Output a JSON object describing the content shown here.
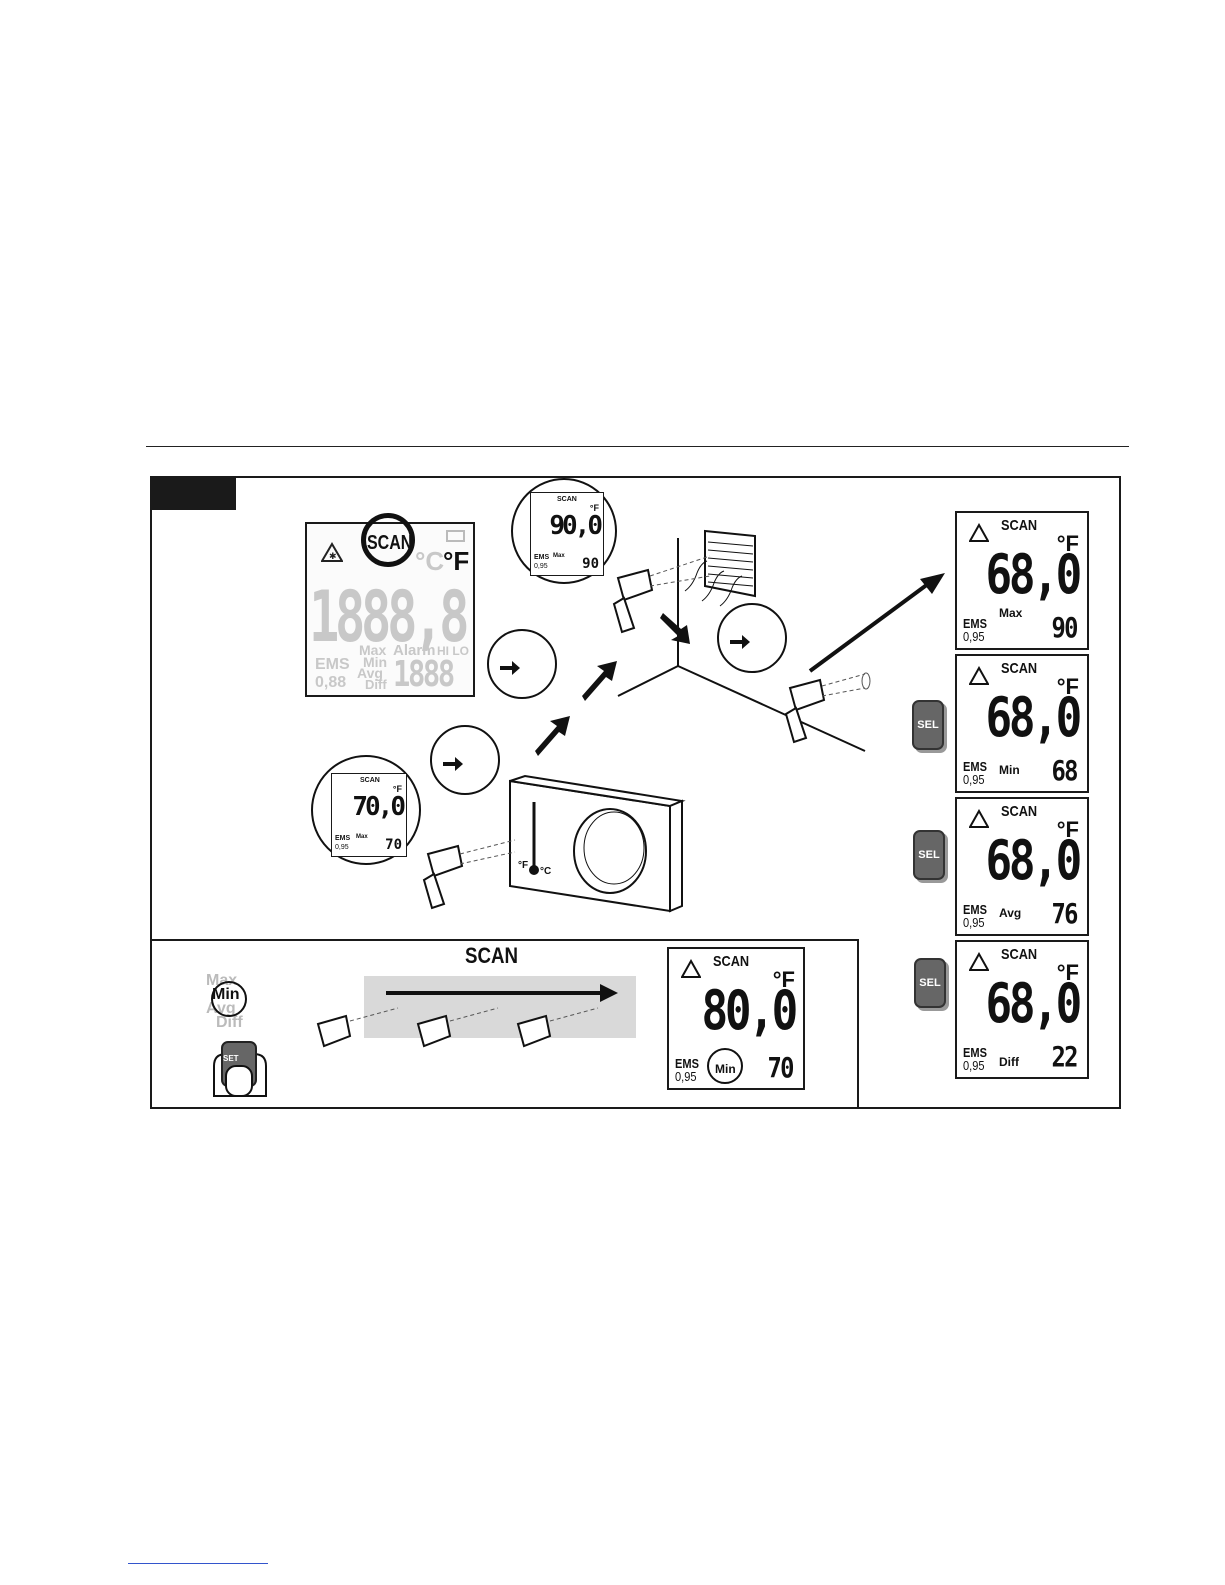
{
  "screens": {
    "ghost": {
      "scan": "SCAN",
      "unit_c": "°C",
      "unit_f": "°F",
      "digits": "1888,8",
      "max": "Max",
      "min": "Min",
      "avg": "Avg",
      "diff": "Diff",
      "alarm": "Alarm",
      "hilo": "HI LO",
      "ems": "EMS",
      "ems_val": "0,88",
      "small_digits": "1888"
    },
    "inset_top": {
      "scan": "SCAN",
      "unit": "°F",
      "value": "90,0",
      "ems": "EMS",
      "ems_val": "0,95",
      "mode": "Max",
      "small": "90"
    },
    "inset_left": {
      "scan": "SCAN",
      "unit": "°F",
      "value": "70,0",
      "ems": "EMS",
      "ems_val": "0,95",
      "mode": "Max",
      "small": "70"
    },
    "right": [
      {
        "scan": "SCAN",
        "unit": "°F",
        "value": "68,0",
        "ems": "EMS",
        "ems_val": "0,95",
        "mode": "Max",
        "small": "90"
      },
      {
        "scan": "SCAN",
        "unit": "°F",
        "value": "68,0",
        "ems": "EMS",
        "ems_val": "0,95",
        "mode": "Min",
        "small": "68"
      },
      {
        "scan": "SCAN",
        "unit": "°F",
        "value": "68,0",
        "ems": "EMS",
        "ems_val": "0,95",
        "mode": "Avg",
        "small": "76"
      },
      {
        "scan": "SCAN",
        "unit": "°F",
        "value": "68,0",
        "ems": "EMS",
        "ems_val": "0,95",
        "mode": "Diff",
        "small": "22"
      }
    ],
    "bottom": {
      "scan": "SCAN",
      "unit": "°F",
      "value": "80,0",
      "ems": "EMS",
      "ems_val": "0,95",
      "mode": "Min",
      "small": "70"
    }
  },
  "sel_label": "SEL",
  "set_label": "SET",
  "scan_heading": "SCAN",
  "mode_list": {
    "max": "Max",
    "min": "Min",
    "avg": "Avg",
    "diff": "Diff"
  },
  "thermostat_units": {
    "f": "°F",
    "c": "°C"
  }
}
